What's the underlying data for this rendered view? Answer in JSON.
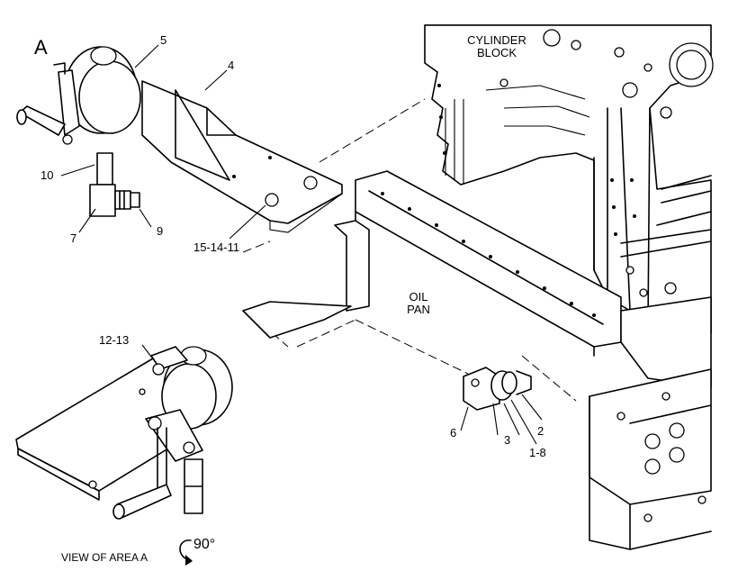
{
  "labels": {
    "area_a": "A",
    "cylinder_block_line1": "CYLINDER",
    "cylinder_block_line2": "BLOCK",
    "oil_pan_line1": "OIL",
    "oil_pan_line2": "PAN",
    "view_of_area": "VIEW OF AREA  A",
    "rotation": "90°"
  },
  "callouts": {
    "c1_8": "1-8",
    "c2": "2",
    "c3": "3",
    "c4": "4",
    "c5": "5",
    "c6": "6",
    "c7": "7",
    "c9": "9",
    "c10": "10",
    "c12_13": "12-13",
    "c15_14_11": "15-14-11"
  }
}
